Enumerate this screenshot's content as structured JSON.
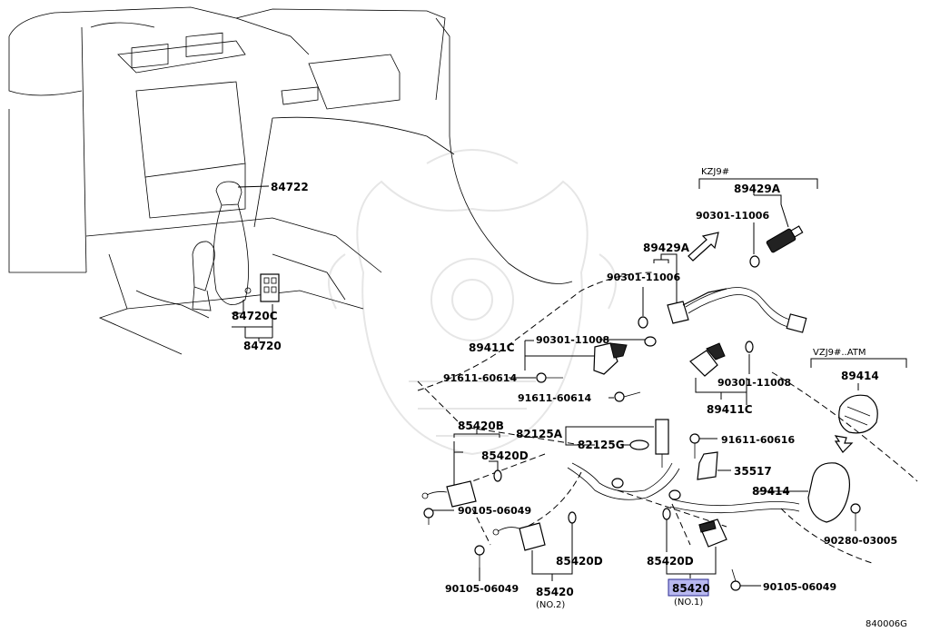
{
  "diagram": {
    "drawing_code": "840006G",
    "groups": {
      "kzj": "KZJ9#",
      "vzj": "VZJ9#..ATM"
    },
    "labels": {
      "p84722": "84722",
      "p84720c": "84720C",
      "p84720": "84720",
      "p89429a_top": "89429A",
      "p90301_11006_top": "90301-11006",
      "p89429a": "89429A",
      "p90301_11006": "90301-11006",
      "p89411c_left": "89411C",
      "p90301_11008_left": "90301-11008",
      "p91611_60614_a": "91611-60614",
      "p91611_60614_b": "91611-60614",
      "p90301_11008_right": "90301-11008",
      "p89411c_right": "89411C",
      "p89414_top": "89414",
      "p85420b": "85420B",
      "p85420d_a": "85420D",
      "p82125a": "82125A",
      "p82125g": "82125G",
      "p91611_60616": "91611-60616",
      "p35517": "35517",
      "p89414": "89414",
      "p90105_06049_a": "90105-06049",
      "p90280_03005": "90280-03005",
      "p85420d_b": "85420D",
      "p85420d_c": "85420D",
      "p90105_06049_b": "90105-06049",
      "p85420_no2": "85420",
      "p_no2": "(NO.2)",
      "p85420_no1": "85420",
      "p_no1": "(NO.1)",
      "p90105_06049_c": "90105-06049"
    },
    "highlighted_part": "85420",
    "highlight_color": "#b8b8f0"
  }
}
